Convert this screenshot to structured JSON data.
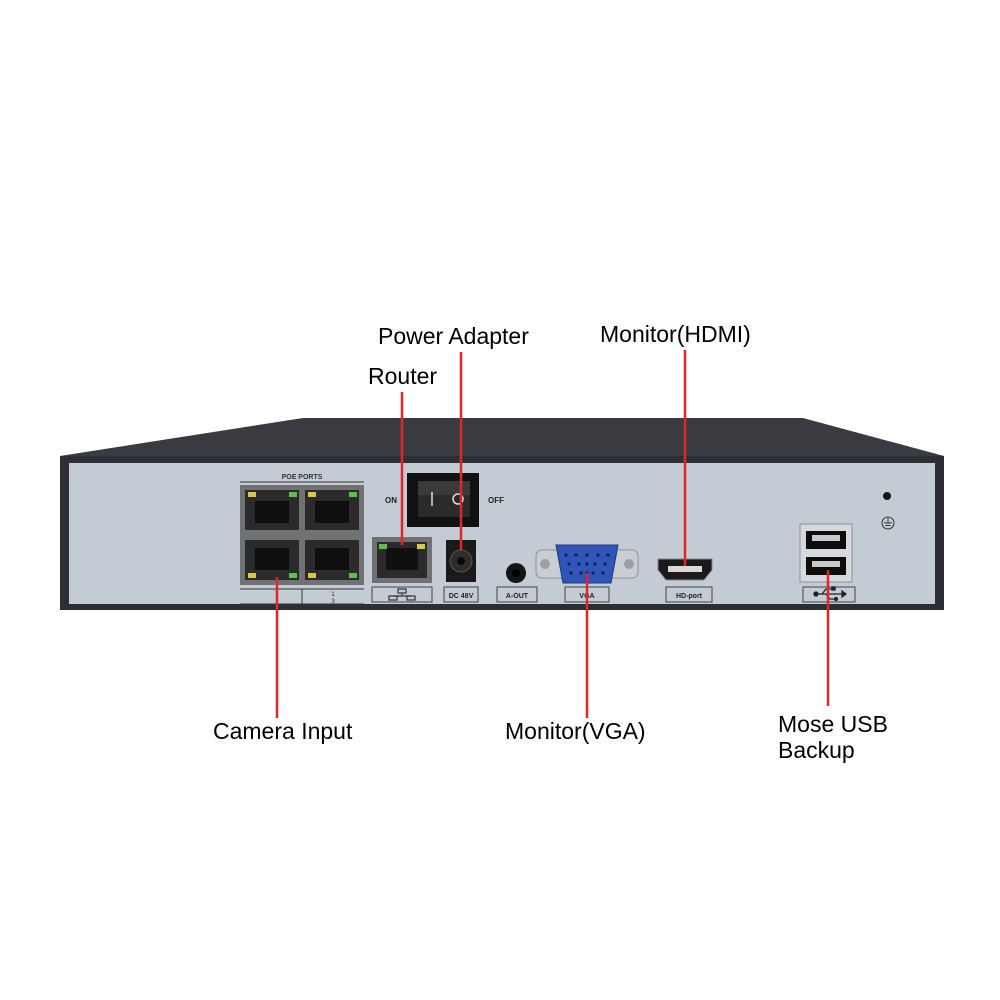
{
  "device": {
    "poe_header": "POE PORTS",
    "port_numbers": [
      "1",
      "3"
    ],
    "switch_on": "ON",
    "switch_off": "OFF",
    "dc_label": "DC 48V",
    "aout_label": "A-OUT",
    "vga_label": "VGA",
    "hdmi_label": "HD-port",
    "colors": {
      "chassis": "#2d2e33",
      "panel": "#c3ccd4",
      "callout_line": "#e0262b",
      "vga_blue": "#2f55b8",
      "led_green": "#5cc04a",
      "led_yellow": "#d8c84a"
    },
    "icons": [
      "network-icon",
      "usb-icon",
      "ground-icon"
    ]
  },
  "callouts": {
    "power_adapter": "Power Adapter",
    "monitor_hdmi": "Monitor(HDMI)",
    "router": "Router",
    "camera_input": "Camera Input",
    "monitor_vga": "Monitor(VGA)",
    "usb_line1": "Mose USB",
    "usb_line2": "Backup"
  }
}
